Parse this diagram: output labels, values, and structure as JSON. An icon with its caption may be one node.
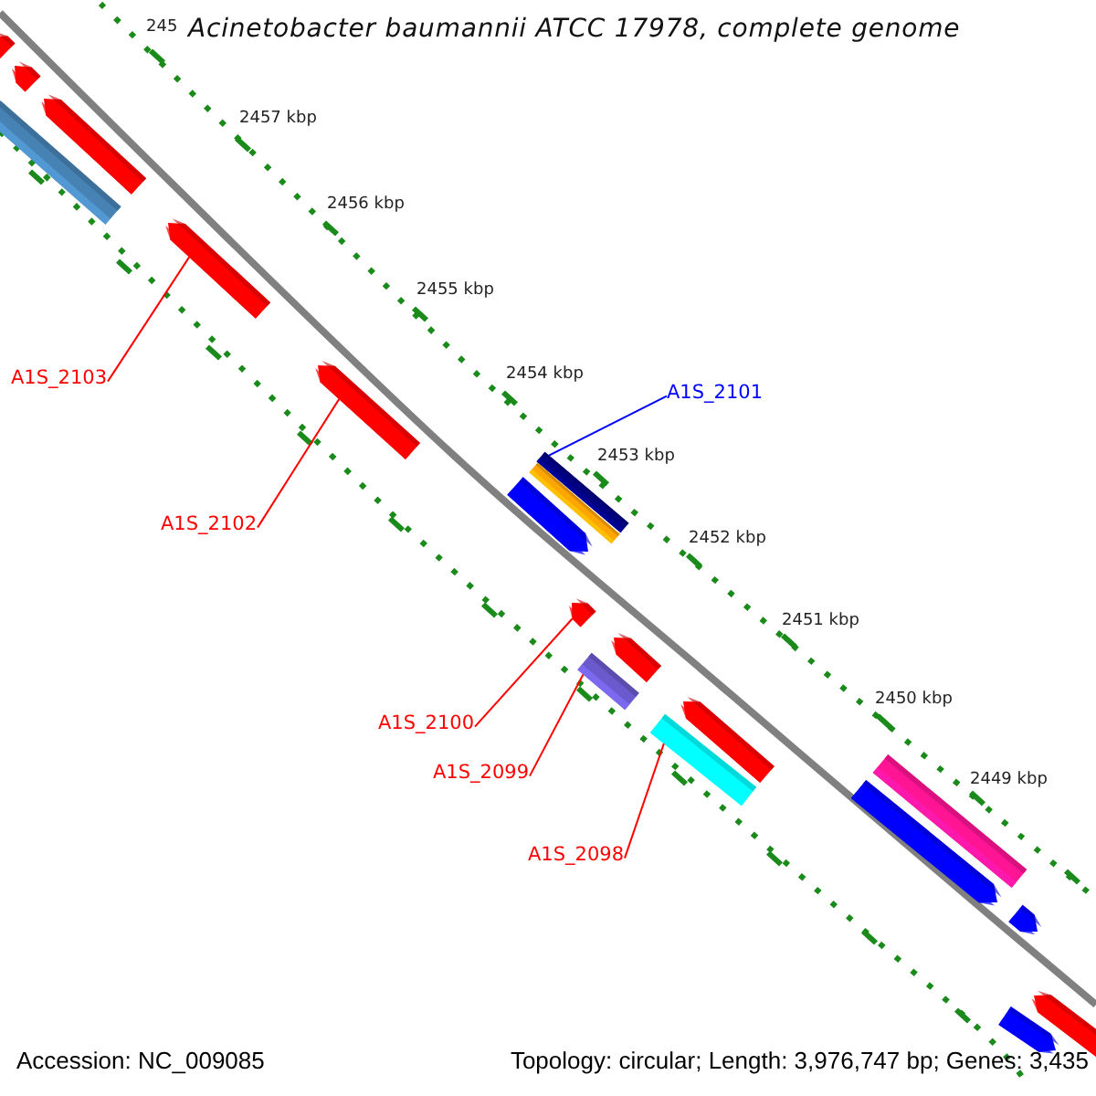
{
  "diagram": {
    "title": "Acinetobacter baumannii ATCC 17978, complete genome",
    "nodes": [
      {
        "text": [
          "A1S_2103"
        ]
      },
      {
        "text": [
          "A1S_2101"
        ]
      },
      {
        "text": [
          "A1S_2102"
        ]
      },
      {
        "text": [
          "A1S_2100"
        ]
      },
      {
        "text": [
          "A1S_2099"
        ]
      },
      {
        "text": [
          "A1S_2098"
        ]
      },
      {
        "text": [],
        "shape": "arrow"
      },
      {
        "text": [],
        "shape": "arrow"
      },
      {
        "text": [],
        "shape": "arrow"
      },
      {
        "text": [],
        "shape": "bar"
      },
      {
        "text": [],
        "shape": "arrow"
      },
      {
        "text": [],
        "shape": "arrow"
      },
      {
        "text": [],
        "shape": "bar"
      },
      {
        "text": [],
        "shape": "bar"
      },
      {
        "text": [],
        "shape": "arrow"
      },
      {
        "text": [],
        "shape": "arrow"
      },
      {
        "text": [],
        "shape": "arrow"
      },
      {
        "text": [],
        "shape": "bar"
      },
      {
        "text": [],
        "shape": "arrow"
      },
      {
        "text": [],
        "shape": "bar"
      },
      {
        "text": [],
        "shape": "bar"
      },
      {
        "text": [],
        "shape": "arrow"
      },
      {
        "text": [],
        "shape": "arrow"
      },
      {
        "text": [],
        "shape": "arrow"
      },
      {
        "text": [],
        "shape": "arrow"
      }
    ],
    "edges": [
      {
        "from": 0,
        "to": 10,
        "arrow": "none"
      },
      {
        "from": 1,
        "to": 12,
        "arrow": "none",
        "color": "#0000ff"
      },
      {
        "from": 2,
        "to": 11,
        "arrow": "none"
      },
      {
        "from": 3,
        "to": 15,
        "arrow": "none"
      },
      {
        "from": 4,
        "to": 17,
        "arrow": "none"
      },
      {
        "from": 5,
        "to": 19,
        "arrow": "none"
      }
    ],
    "labels": [
      "245",
      "2457 kbp",
      "2456 kbp",
      "2455 kbp",
      "2454 kbp",
      "2453 kbp",
      "2452 kbp",
      "2451 kbp",
      "2450 kbp",
      "2449 kbp",
      "Accession: NC_009085",
      "Topology: circular; Length: 3,976,747 bp; Genes: 3,435"
    ]
  }
}
